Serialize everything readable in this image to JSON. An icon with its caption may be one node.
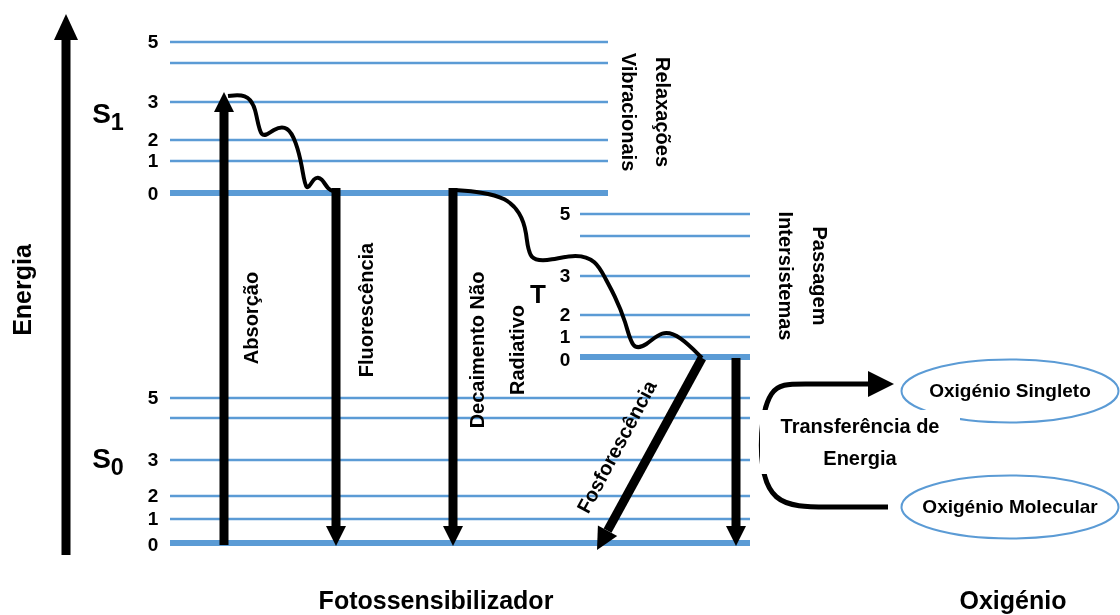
{
  "diagram": {
    "nodes": [
      {
        "text": [
          "Oxigénio Singleto"
        ]
      },
      {
        "text": [
          "Oxigénio Molecular"
        ]
      }
    ],
    "edges": [
      {
        "from": 1,
        "to": 0,
        "arrow": "to",
        "label": "Transferência de Energia"
      }
    ],
    "labels": [
      "Energia",
      "5",
      "S$_{1}$",
      "3",
      "2",
      "1",
      "0",
      "Relaxações Vibracionais",
      "Absorção",
      "Fluorescência",
      "Decaimento Não Radiativo",
      "5",
      "Passagem Intersistemas",
      "T",
      "3",
      "2",
      "1",
      "0",
      "Fosforescência",
      "5",
      "S$_{0}$",
      "3",
      "2",
      "1",
      "0",
      "Fotossensibilizador",
      "Oxigénio"
    ]
  }
}
